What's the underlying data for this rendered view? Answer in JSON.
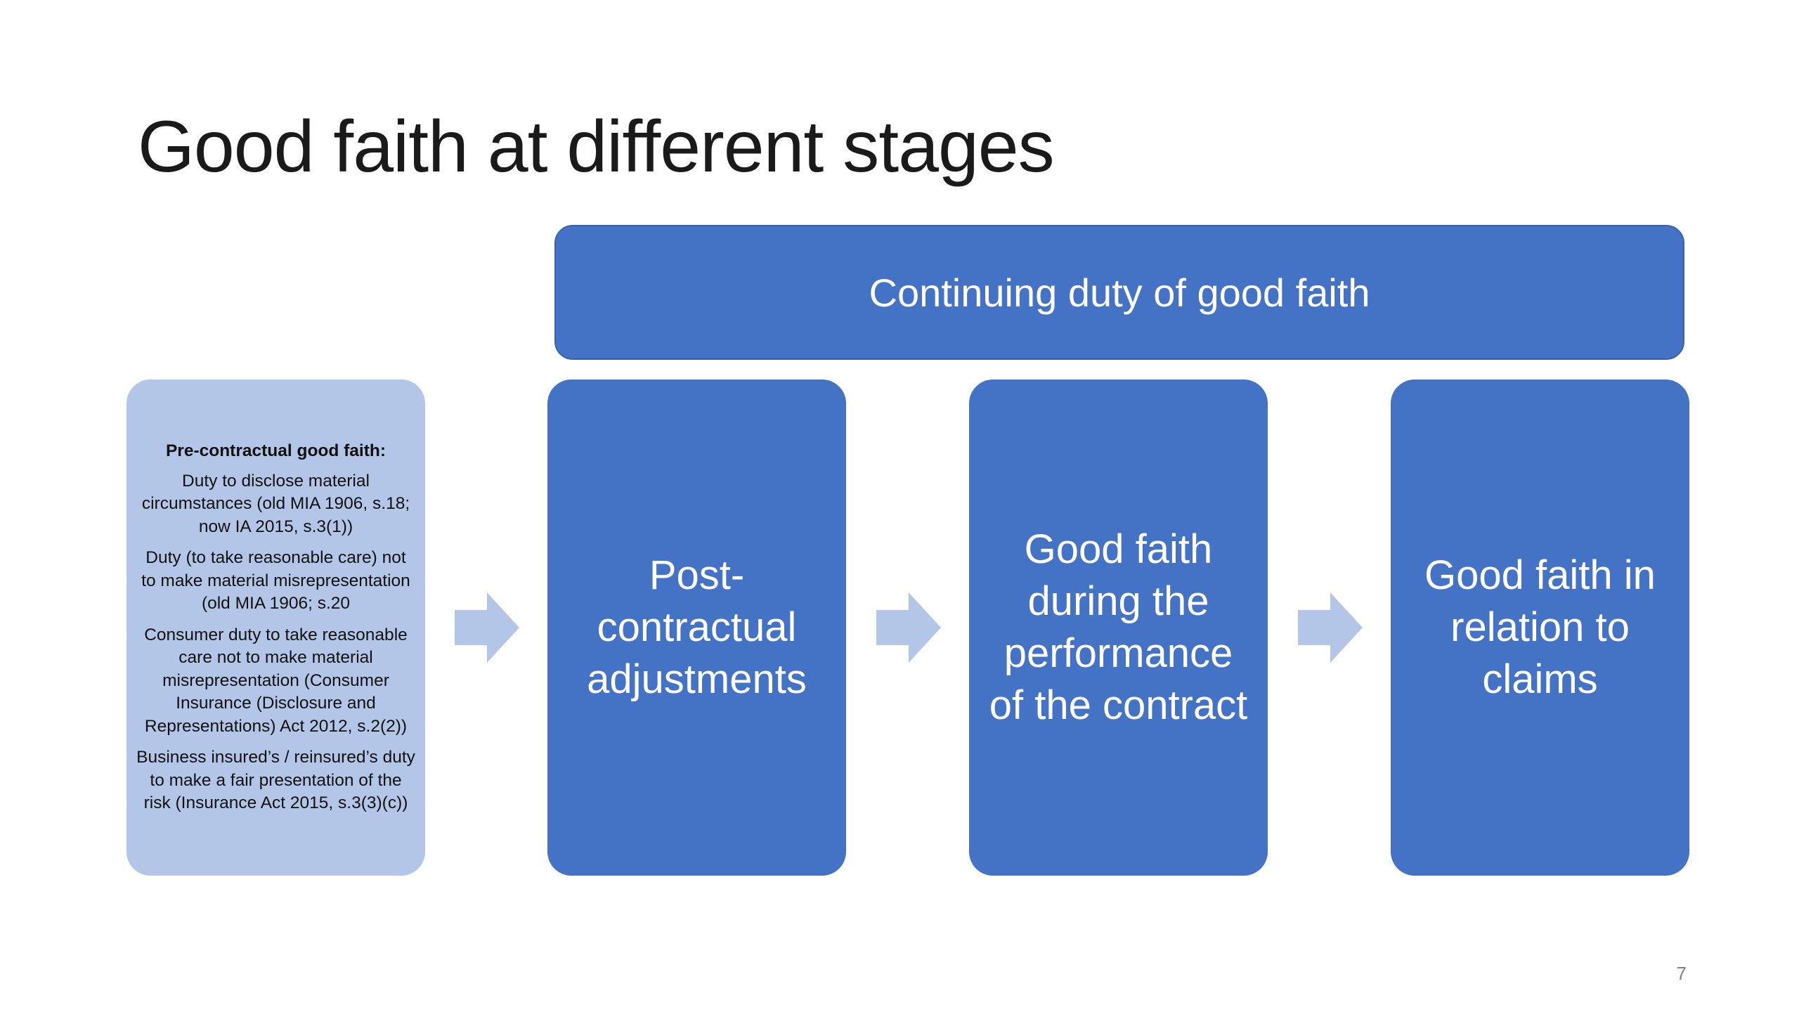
{
  "title": "Good faith at different stages",
  "banner": "Continuing duty of good faith",
  "pre_contractual": {
    "heading": "Pre-contractual good faith:",
    "items": [
      "Duty to disclose material circumstances (old MIA 1906, s.18; now IA 2015, s.3(1))",
      "Duty (to take reasonable care) not to make material misrepresentation (old MIA 1906; s.20",
      "Consumer duty to take reasonable care not to make material misrepresentation (Consumer Insurance (Disclosure and Representations) Act 2012, s.2(2))",
      "Business insured’s / reinsured’s duty to make a fair presentation of the risk (Insurance Act 2015, s.3(3)(c))"
    ]
  },
  "stages": [
    "Post-contractual adjustments",
    "Good faith during the performance of the contract",
    "Good faith in relation to claims"
  ],
  "page_number": "7",
  "colors": {
    "box_fill": "#4472c4",
    "pre_box_fill": "#b4c6e7",
    "arrow_fill": "#b4c6e7",
    "title_text": "#1a1a1a"
  },
  "icons": [
    "right-arrow-icon"
  ]
}
